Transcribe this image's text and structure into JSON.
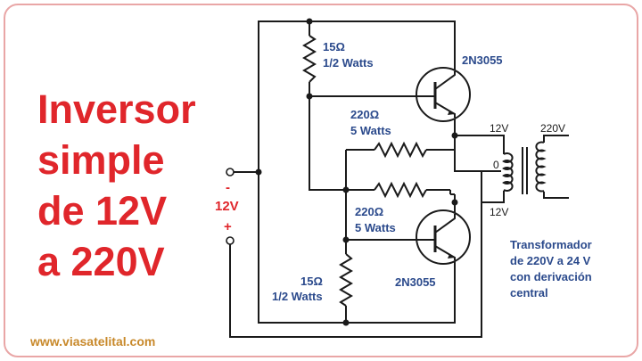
{
  "title_lines": [
    "Inversor",
    "simple",
    "de 12V",
    "a 220V"
  ],
  "website": "www.viasatelital.com",
  "labels": {
    "r_top": [
      "15Ω",
      "1/2 Watts"
    ],
    "r_bot": [
      "15Ω",
      "1/2 Watts"
    ],
    "r_mid_top": [
      "220Ω",
      "5 Watts"
    ],
    "r_mid_bot": [
      "220Ω",
      "5 Watts"
    ],
    "q_top": "2N3055",
    "q_bot": "2N3055",
    "supply_minus": "-",
    "supply_volt": "12V",
    "supply_plus": "+",
    "tr_12v_top": "12V",
    "tr_0": "0",
    "tr_12v_bot": "12V",
    "tr_220v": "220V",
    "tr_desc": [
      "Transformador",
      "de 220V a 24 V",
      "con derivación",
      "central"
    ]
  },
  "colors": {
    "title": "#e0262b",
    "label": "#2b4a8c",
    "website": "#c8892b",
    "border": "#e9a6a6"
  }
}
